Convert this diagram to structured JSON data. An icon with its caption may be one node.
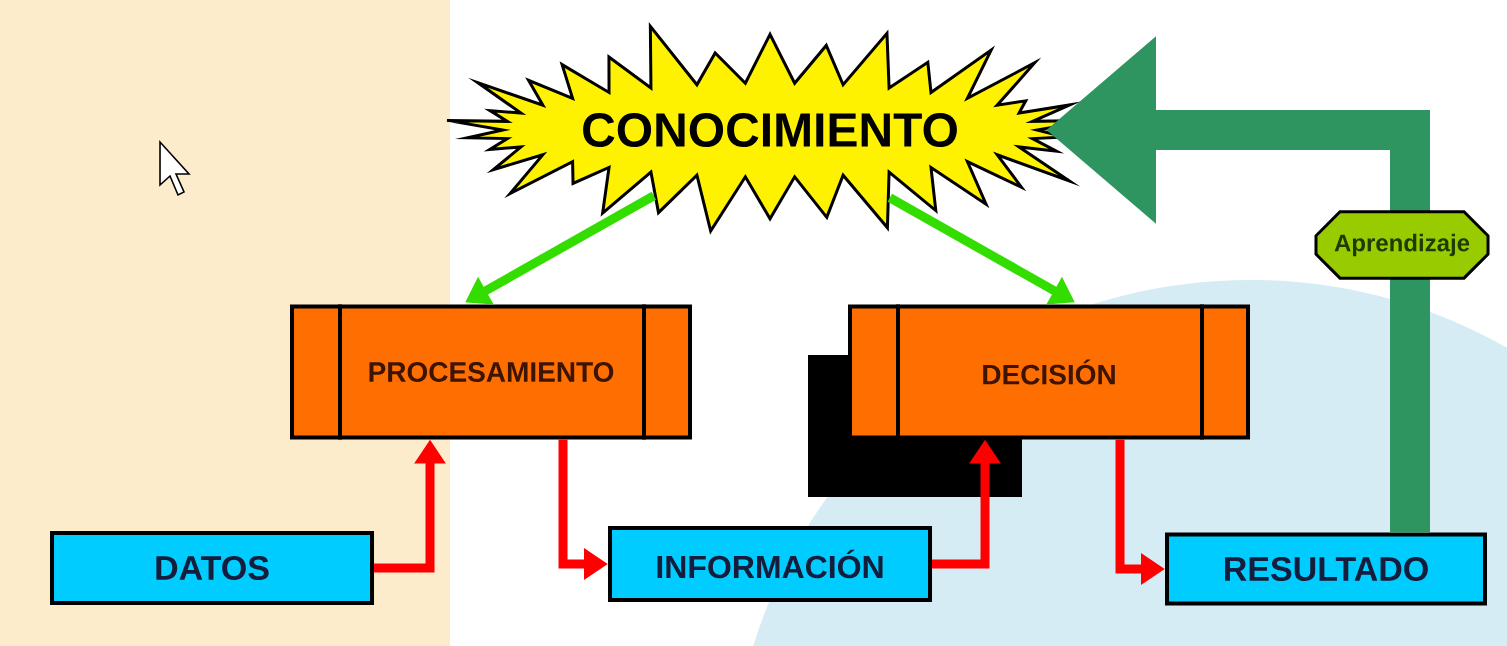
{
  "diagram": {
    "nodes": [
      {
        "text": [
          "CONOCIMIENTO"
        ]
      },
      {
        "text": [
          "PROCESAMIENTO"
        ]
      },
      {
        "text": [
          "DECISIÓN"
        ]
      },
      {
        "text": [
          "DATOS"
        ]
      },
      {
        "text": [
          "INFORMACIÓN"
        ]
      },
      {
        "text": [
          "RESULTADO"
        ]
      }
    ],
    "edges": [
      {
        "from": 0,
        "to": 1,
        "arrow": "to",
        "color": "#33dd00"
      },
      {
        "from": 0,
        "to": 2,
        "arrow": "to",
        "color": "#33dd00"
      },
      {
        "from": 3,
        "to": 1,
        "arrow": "to"
      },
      {
        "from": 1,
        "to": 4,
        "arrow": "to"
      },
      {
        "from": 4,
        "to": 2,
        "arrow": "to"
      },
      {
        "from": 2,
        "to": 5,
        "arrow": "to"
      },
      {
        "from": 5,
        "to": 0,
        "arrow": "to",
        "label": "Aprendizaje",
        "style": "thick",
        "color": "#2e9460"
      }
    ]
  }
}
